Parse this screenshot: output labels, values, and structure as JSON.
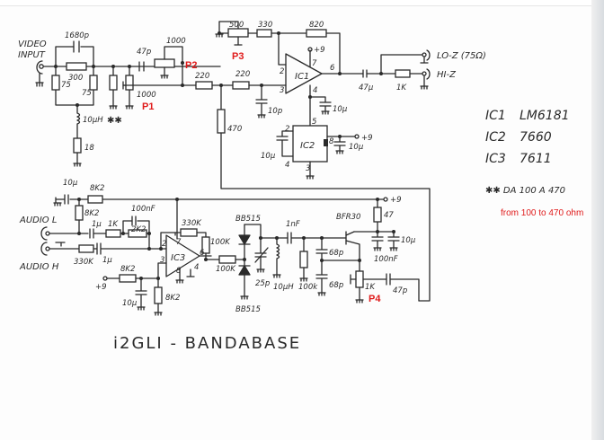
{
  "title": "i2GLI - BANDABASE",
  "video_section": {
    "input_label_1": "VIDEO",
    "input_label_2": "INPUT",
    "c_1680p": "1680p",
    "r_300": "300",
    "r_75a": "75",
    "r_75b": "75",
    "l_10uh": "10μH",
    "r_18": "18",
    "asterisk": "✱✱",
    "c_47p": "47p",
    "pot_1000_p2": "1000",
    "pot_1000_p1": "1000",
    "p1": "P1",
    "p2": "P2",
    "p3": "P3",
    "pot_500": "500",
    "r_330": "330",
    "r_820": "820",
    "r_220a": "220",
    "r_220b": "220",
    "r_470": "470",
    "c_10p": "10p",
    "ic1": "IC1",
    "ic2": "IC2",
    "pin2": "2",
    "pin3": "3",
    "pin4": "4",
    "pin6": "6",
    "pin7": "7",
    "pin5": "5",
    "pin8": "8",
    "plus9": "+9",
    "c_10m_a": "10μ",
    "c_10m_b": "10μ",
    "c_10m_c": "10μ",
    "c_47m": "47μ",
    "r_1k": "1K",
    "lo_z": "LO-Z (75Ω)",
    "hi_z": "HI-Z"
  },
  "legend": {
    "ic1_name": "IC1",
    "ic1_part": "LM6181",
    "ic2_name": "IC2",
    "ic2_part": "7660",
    "ic3_name": "IC3",
    "ic3_part": "7611",
    "note": "✱✱ DA 100 A 470",
    "note_translation": "from 100 to 470 ohm"
  },
  "audio_section": {
    "audio_l": "AUDIO L",
    "audio_h": "AUDIO H",
    "c_10m_top": "10μ",
    "r_8k2_top": "8K2",
    "r_8k2_v": "8K2",
    "c_1m_a": "1μ",
    "r_1k": "1K",
    "r_2k2": "2K2",
    "c_100nf": "100nF",
    "r_330k_in": "330K",
    "c_1m_b": "1μ",
    "r_330k_fb": "330K",
    "r_100k_v": "100K",
    "ic3": "IC3",
    "pin2": "2",
    "pin3": "3",
    "pin4": "4",
    "pin6": "6",
    "pin7": "7",
    "pin8": "8",
    "r_100k_out": "100K",
    "plus9": "+9",
    "r_8k2_bias": "8K2",
    "c_10m_bias": "10μ",
    "r_8k2_gnd": "8K2"
  },
  "rf_section": {
    "bb515_top": "BB515",
    "bb515_bot": "BB515",
    "c_25p": "25p",
    "l_10uh": "10μH",
    "c_1nf": "1nF",
    "r_100k": "100k",
    "c_68p_a": "68p",
    "c_68p_b": "68p",
    "transistor": "BFR30",
    "r_47": "47",
    "c_100nf": "100nF",
    "c_10m": "10μ",
    "pot_1k": "1K",
    "p4": "P4",
    "c_47p": "47p",
    "plus9": "+9"
  }
}
